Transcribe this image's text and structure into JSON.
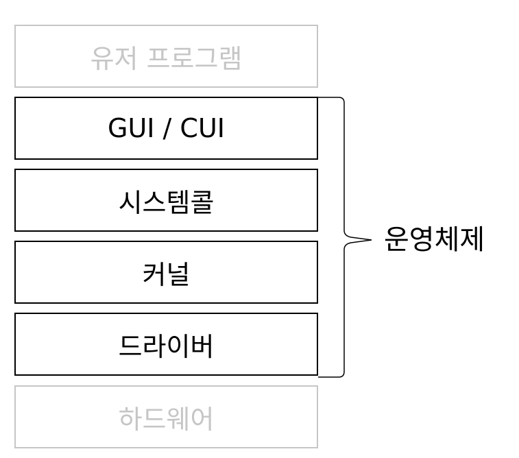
{
  "layers": {
    "user_program": "유저 프로그램",
    "gui_cui": "GUI / CUI",
    "system_call": "시스템콜",
    "kernel": "커널",
    "driver": "드라이버",
    "hardware": "하드웨어"
  },
  "bracket": {
    "label": "운영체제"
  },
  "colors": {
    "os_layer_border": "#000000",
    "outer_layer_border": "#c6c6c6",
    "outer_layer_text": "#c6c6c6"
  }
}
